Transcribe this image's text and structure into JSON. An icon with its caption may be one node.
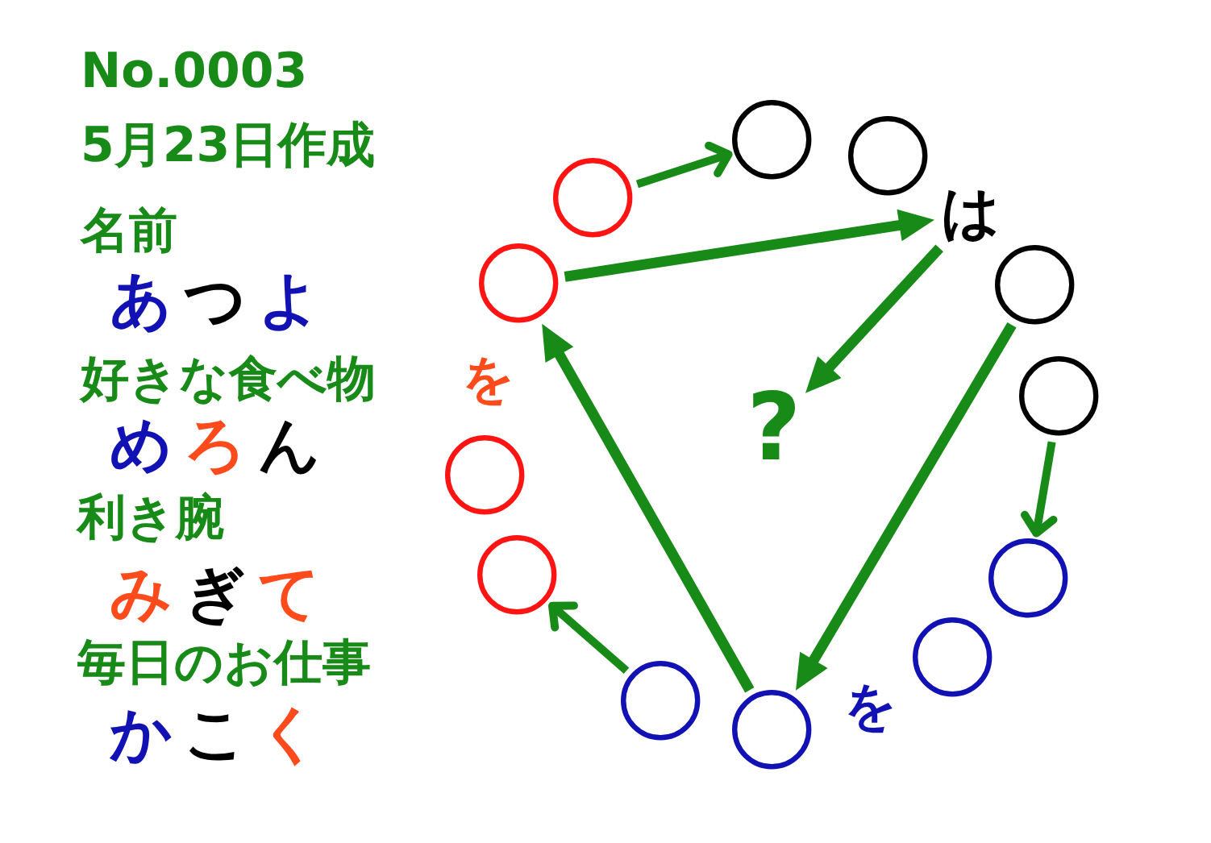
{
  "diagram": {
    "nodes": [
      {
        "text": [],
        "shape": "circle"
      },
      {
        "text": [],
        "shape": "circle"
      },
      {
        "text": [],
        "shape": "circle"
      },
      {
        "text": [
          "は"
        ]
      },
      {
        "text": [],
        "shape": "circle"
      },
      {
        "text": [],
        "shape": "circle"
      },
      {
        "text": [],
        "shape": "circle"
      },
      {
        "text": [],
        "shape": "circle"
      },
      {
        "text": [],
        "shape": "circle"
      },
      {
        "text": [],
        "shape": "circle"
      },
      {
        "text": [],
        "shape": "circle"
      },
      {
        "text": [],
        "shape": "circle"
      },
      {
        "text": [],
        "shape": "circle"
      },
      {
        "text": [
          "?"
        ]
      }
    ],
    "edges": [
      {
        "from": 0,
        "to": 1,
        "arrow": "to"
      },
      {
        "from": 12,
        "to": 3,
        "arrow": "to"
      },
      {
        "from": 3,
        "to": 13,
        "arrow": "to"
      },
      {
        "from": 4,
        "to": 8,
        "arrow": "to"
      },
      {
        "from": 5,
        "to": 6,
        "arrow": "to"
      },
      {
        "from": 8,
        "to": 12,
        "arrow": "to"
      },
      {
        "from": 9,
        "to": 10,
        "arrow": "to"
      }
    ],
    "labels": [
      "No.0003",
      "5月23日作成",
      "名前",
      "あつよ",
      "好きな食べ物",
      "めろん",
      "利き腕",
      "みぎて",
      "毎日のお仕事",
      "かこく",
      "を",
      "を"
    ]
  }
}
